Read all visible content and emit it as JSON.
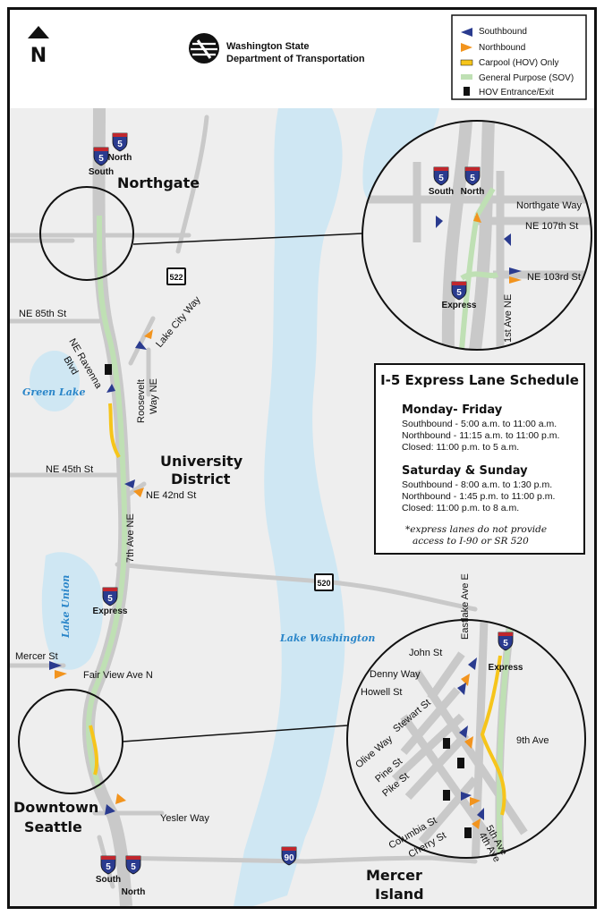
{
  "agency": {
    "line1": "Washington State",
    "line2": "Department of Transportation"
  },
  "north_arrow": {
    "letter": "N"
  },
  "legend": {
    "items": [
      {
        "label": "Southbound",
        "color": "#2a3b8f"
      },
      {
        "label": "Northbound",
        "color": "#f2941e"
      },
      {
        "label": "Carpool (HOV) Only",
        "color": "#f6c51b"
      },
      {
        "label": "General Purpose (SOV)",
        "color": "#bfe0b4"
      },
      {
        "label": "HOV Entrance/Exit",
        "color": "#111111"
      }
    ]
  },
  "colors": {
    "water": "#cfe7f3",
    "land": "#eeeeee",
    "road": "#c9c9c9",
    "express": "#bfe0b4",
    "hov": "#f6c51b",
    "southbound": "#2a3b8f",
    "northbound": "#f2941e"
  },
  "areas": {
    "northgate": "Northgate",
    "university_1": "University",
    "university_2": "District",
    "downtown_1": "Downtown",
    "downtown_2": "Seattle",
    "mercer_1": "Mercer",
    "mercer_2": "Island"
  },
  "water": {
    "green_lake": "Green Lake",
    "lake_union": "Lake Union",
    "lake_washington": "Lake Washington"
  },
  "streets": {
    "ne85": "NE 85th St",
    "ravenna_1": "NE Ravenna",
    "ravenna_2": "Blvd",
    "lake_city": "Lake City Way",
    "roosevelt_1": "Roosevelt",
    "roosevelt_2": "Way NE",
    "ne45": "NE 45th St",
    "ne42": "NE 42nd St",
    "seventh": "7th Ave NE",
    "mercer": "Mercer St",
    "fairview": "Fair View Ave N",
    "yesler": "Yesler Way"
  },
  "shields": {
    "i5": "5",
    "sr522": "522",
    "sr520": "520",
    "i90": "90",
    "south": "South",
    "north": "North",
    "express": "Express"
  },
  "inset_north": {
    "northgate_way": "Northgate Way",
    "ne107": "NE 107th St",
    "ne103": "NE 103rd St",
    "first_ave": "1st Ave NE",
    "south": "South",
    "north": "North",
    "express": "Express"
  },
  "inset_south": {
    "eastlake": "Eastlake Ave E",
    "john": "John St",
    "denny": "Denny Way",
    "howell": "Howell St",
    "stewart": "Stewart St",
    "olive": "Olive Way",
    "pine": "Pine St",
    "pike": "Pike St",
    "ninth": "9th Ave",
    "columbia": "Columbia St",
    "cherry": "Cherry St",
    "fifth": "5th Ave",
    "fourth": "4th Ave",
    "express": "Express"
  },
  "schedule": {
    "title": "I-5 Express Lane Schedule",
    "weekday_heading": "Monday- Friday",
    "weekday": [
      "Southbound - 5:00 a.m. to 11:00 a.m.",
      "Northbound - 11:15 a.m. to 11:00 p.m.",
      "Closed: 11:00 p.m. to 5 a.m."
    ],
    "weekend_heading": "Saturday & Sunday",
    "weekend": [
      "Southbound - 8:00 a.m. to 1:30 p.m.",
      "Northbound - 1:45 p.m. to 11:00 p.m.",
      "Closed: 11:00 p.m. to 8 a.m."
    ],
    "note_1": "*express lanes do not provide",
    "note_2": "access to I-90 or SR 520"
  }
}
